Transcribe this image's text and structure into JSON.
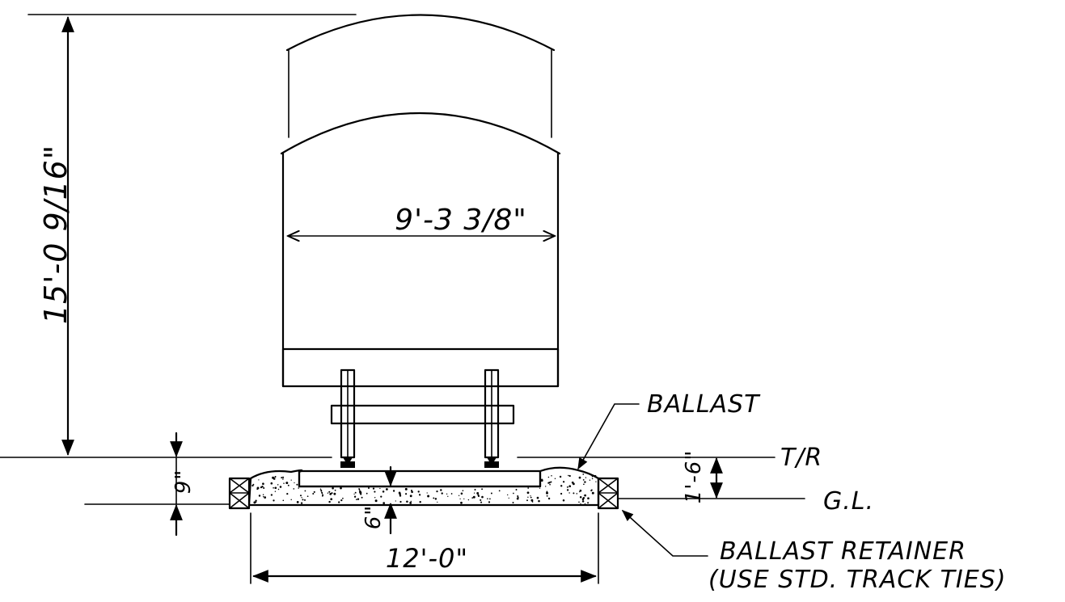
{
  "diagram": {
    "dimensions": {
      "height": "15'-0 9/16\"",
      "car_width": "9'-3 3/8\"",
      "track_width": "12'-0\"",
      "rail_height": "1'-6\"",
      "ballast_depth_left": "9\"",
      "ballast_depth_center": "6\""
    },
    "labels": {
      "ballast": "BALLAST",
      "top_of_rail": "T/R",
      "ground_line": "G.L.",
      "retainer_line1": "BALLAST RETAINER",
      "retainer_line2": "(USE STD. TRACK TIES)"
    },
    "colors": {
      "ink": "#000000",
      "paper": "#ffffff"
    }
  }
}
